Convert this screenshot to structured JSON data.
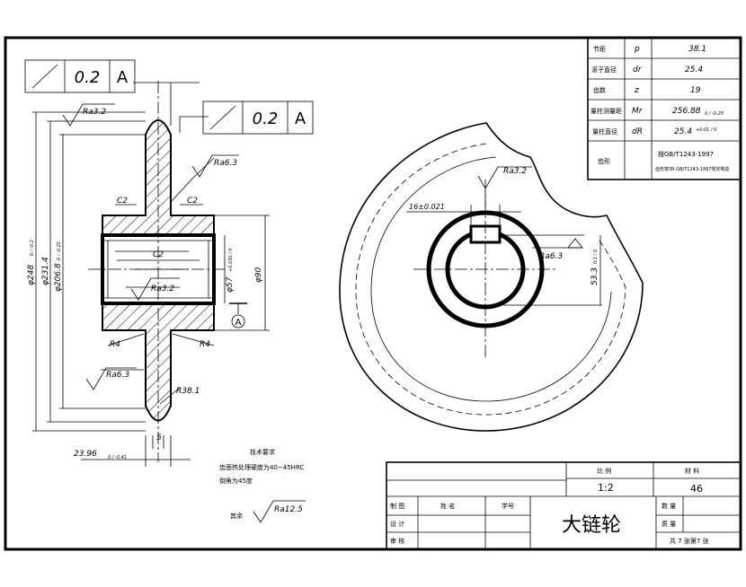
{
  "title_block": {
    "part_name": "大链轮",
    "scale_label": "比 例",
    "scale_value": "1:2",
    "material_label": "材 料",
    "material_value": "46",
    "row_drawn": "制 图",
    "row_design": "设 计",
    "row_check": "审 核",
    "col_name": "姓 名",
    "col_no": "学号",
    "qty_label": "数 量",
    "weight_label": "质 量",
    "sheet_text": "共 7 张第7 张"
  },
  "param_table": {
    "rows": [
      {
        "name": "节距",
        "symbol": "p",
        "value": "38.1"
      },
      {
        "name": "滚子直径",
        "symbol": "dr",
        "value": "25.4"
      },
      {
        "name": "齿数",
        "symbol": "z",
        "value": "19"
      },
      {
        "name": "量柱测量距",
        "symbol": "Mr",
        "value": "256.88",
        "tol": "0 / -0.25"
      },
      {
        "name": "量柱直径",
        "symbol": "dR",
        "value": "25.4",
        "tol": "+0.01 / 0"
      },
      {
        "name": "齿形",
        "symbol": "",
        "value": "按GB/T1243-1997",
        "value2": "齿形按3R GB/T1243-1997规定制造"
      }
    ]
  },
  "tolerance_frames": [
    {
      "symbol": "↗",
      "value": "0.2",
      "datum": "A"
    },
    {
      "symbol": "↗",
      "value": "0.2",
      "datum": "A"
    }
  ],
  "dimensions": {
    "d1": "φ248",
    "d1_tol": "0 / -0.2",
    "d2": "φ231.4",
    "d3": "φ206.8",
    "d3_tol": "0 / -0.25",
    "bore": "φ57",
    "bore_tol": "+0.030 / 0",
    "hub": "φ90",
    "width": "23.96",
    "width_tol": "0 / -0.41",
    "five": "5",
    "r381": "R38.1",
    "r4a": "R4",
    "r4b": "R4",
    "c2a": "C2",
    "c2b": "C2",
    "c2c": "C2",
    "key_width": "16±0.021",
    "key_depth": "53.3",
    "key_depth_tol": "0.2 / 0",
    "datum": "A"
  },
  "roughness": {
    "ra32_top": "Ra3.2",
    "ra63_web": "Ra6.3",
    "ra32_bore": "Ra3.2",
    "ra63_lower": "Ra6.3",
    "ra32_key": "Ra3.2",
    "ra63_key": "Ra6.3",
    "rest_label": "其余",
    "rest_value": "Ra12.5"
  },
  "notes": {
    "title": "技术要求",
    "line1": "齿面热处理硬度为40~45HRC",
    "line2": "倒角为45度"
  }
}
